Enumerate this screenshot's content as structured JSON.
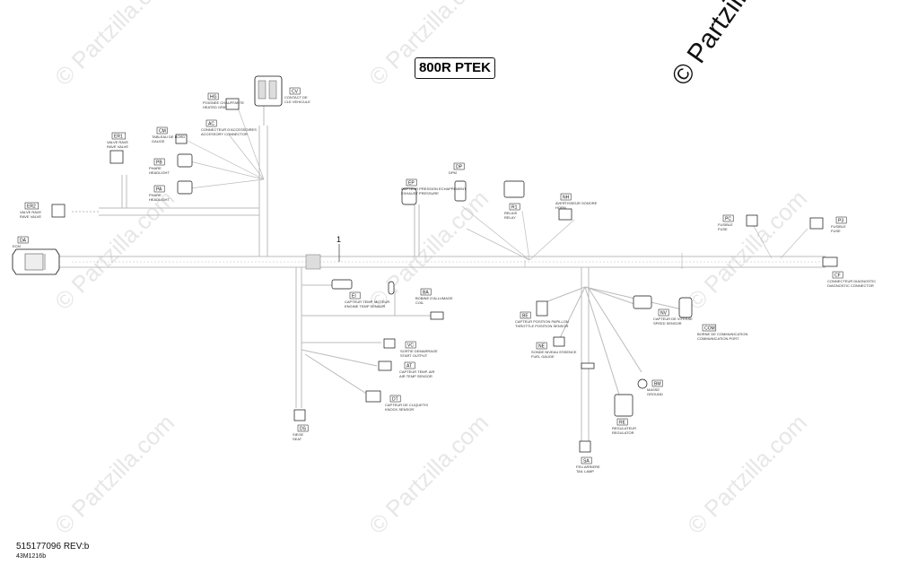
{
  "title": "800R PTEK",
  "copyright": "© Partzilla",
  "watermark": "© Partzilla.com",
  "footer": {
    "ref": "515177096 REV:b",
    "code": "43M1216b"
  },
  "callout": "1",
  "connectors": {
    "HG": {
      "code": "HG",
      "desc": [
        "POIGNEE CHAUFFANTE",
        "HEATED GRIP"
      ]
    },
    "CV": {
      "code": "CV",
      "desc": [
        "CONTACT DE",
        "CLE VEHICULE"
      ]
    },
    "AC": {
      "code": "AC",
      "desc": [
        "CONNECTEUR D'ACCESSOIRES",
        "ACCESSORY CONNECTOR"
      ]
    },
    "CM": {
      "code": "CM",
      "desc": [
        "TABLEAU DE BORD",
        "GAUGE"
      ]
    },
    "ER1": {
      "code": "ER1",
      "desc": [
        "VALVE RAVE",
        "RAVE VALVE"
      ]
    },
    "PB": {
      "code": "PB",
      "desc": [
        "PHARE",
        "HEADLIGHT"
      ]
    },
    "PA": {
      "code": "PA",
      "desc": [
        "PHARE",
        "HEADLIGHT"
      ]
    },
    "ER2": {
      "code": "ER2",
      "desc": [
        "VALVE RAVE",
        "RAVE VALVE"
      ]
    },
    "DA": {
      "code": "DA",
      "desc": [
        "ECM"
      ]
    },
    "EP": {
      "code": "EP",
      "desc": [
        "CAPTEUR PRESSION ECHAPPEMENT",
        "EXHAUST PRESSURE"
      ]
    },
    "DP": {
      "code": "DP",
      "desc": [
        "DPM"
      ]
    },
    "R1": {
      "code": "R1",
      "desc": [
        "RELAIS",
        "RELAY"
      ]
    },
    "NH": {
      "code": "NH",
      "desc": [
        "AVERTISSEUR SONORE",
        "HORN"
      ]
    },
    "PC": {
      "code": "PC",
      "desc": [
        "FUSIBLE",
        "FUSE"
      ]
    },
    "P3": {
      "code": "P3",
      "desc": [
        "FUSIBLE",
        "FUSE"
      ]
    },
    "CF": {
      "code": "CF",
      "desc": [
        "CONNECTEUR DIAGNOSTIC",
        "DIAGNOSTIC CONNECTOR"
      ]
    },
    "EI": {
      "code": "EI",
      "desc": [
        "CAPTEUR TEMP. MOTEUR",
        "ENGINE TEMP SENSOR"
      ]
    },
    "BA": {
      "code": "BA",
      "desc": [
        "BOBINE D'ALLUMAGE",
        "COIL"
      ]
    },
    "BE": {
      "code": "BE",
      "desc": [
        "CAPTEUR POSITION PAPILLON",
        "THROTTLE POSITION SENSOR"
      ]
    },
    "NV": {
      "code": "NV",
      "desc": [
        "CAPTEUR DE VITESSE",
        "SPEED SENSOR"
      ]
    },
    "COM": {
      "code": "COM",
      "desc": [
        "BORNE DE COMMUNICATION",
        "COMMUNICATION PORT"
      ]
    },
    "VC": {
      "code": "VC",
      "desc": [
        "SORTIE DEMARRAGE",
        "START OUTPUT"
      ]
    },
    "AT": {
      "code": "AT",
      "desc": [
        "CAPTEUR TEMP. AIR",
        "AIR TEMP SENSOR"
      ]
    },
    "NE": {
      "code": "NE",
      "desc": [
        "SONDE NIVEAU ESSENCE",
        "FUEL GAUGE"
      ]
    },
    "BM": {
      "code": "BM",
      "desc": [
        "MASSE",
        "GROUND"
      ]
    },
    "DT": {
      "code": "DT",
      "desc": [
        "CAPTEUR DE CLIQUETIS",
        "KNOCK SENSOR"
      ]
    },
    "DS": {
      "code": "DS",
      "desc": [
        "SIEGE",
        "SEAT"
      ]
    },
    "RE": {
      "code": "RE",
      "desc": [
        "REGULATEUR",
        "REGULATOR"
      ]
    },
    "SA": {
      "code": "SA",
      "desc": [
        "FEU ARRIERE",
        "TAIL LAMP"
      ]
    }
  }
}
